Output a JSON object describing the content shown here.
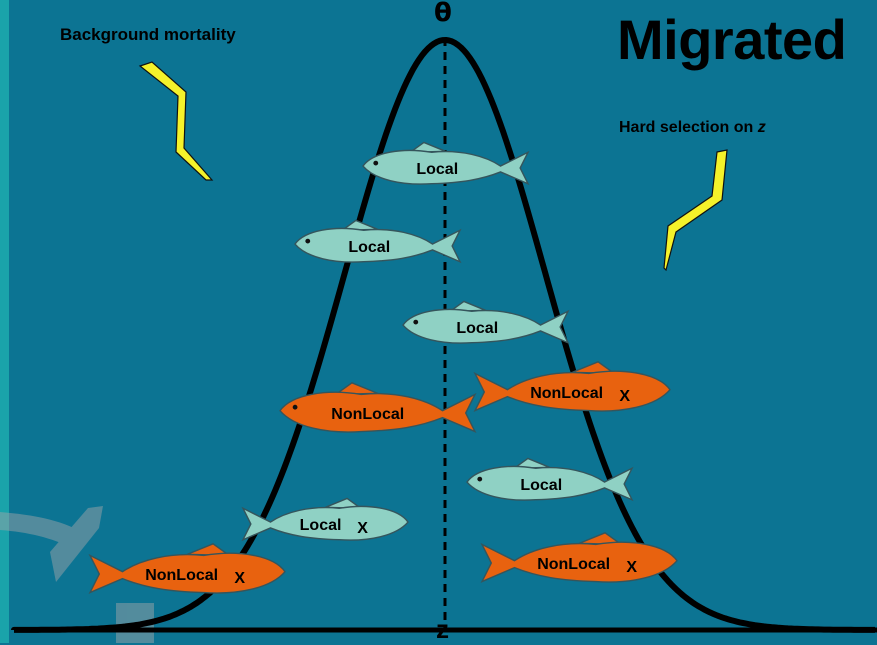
{
  "slide": {
    "title": "Migrated",
    "background_mortality_label": "Background mortality",
    "hard_selection_label_prefix": "Hard selection on ",
    "hard_selection_variable": "z",
    "optimum_symbol": "θ",
    "axis_label": "z"
  },
  "colors": {
    "background": "#0c7493",
    "local_fish": "#8fd1c4",
    "nonlocal_fish": "#e8620f",
    "lightning": "#f5f22a",
    "curve": "#000000"
  },
  "fish": [
    {
      "label": "Local",
      "type": "local",
      "removed": false,
      "facing": "left"
    },
    {
      "label": "Local",
      "type": "local",
      "removed": false,
      "facing": "left"
    },
    {
      "label": "Local",
      "type": "local",
      "removed": false,
      "facing": "left"
    },
    {
      "label": "NonLocal",
      "type": "nonlocal",
      "removed": true,
      "mark": "X",
      "facing": "right"
    },
    {
      "label": "NonLocal",
      "type": "nonlocal",
      "removed": false,
      "facing": "left"
    },
    {
      "label": "Local",
      "type": "local",
      "removed": false,
      "facing": "left"
    },
    {
      "label": "Local",
      "type": "local",
      "removed": true,
      "mark": "X",
      "facing": "right"
    },
    {
      "label": "NonLocal",
      "type": "nonlocal",
      "removed": true,
      "mark": "X",
      "facing": "right"
    },
    {
      "label": "NonLocal",
      "type": "nonlocal",
      "removed": true,
      "mark": "X",
      "facing": "right"
    }
  ]
}
